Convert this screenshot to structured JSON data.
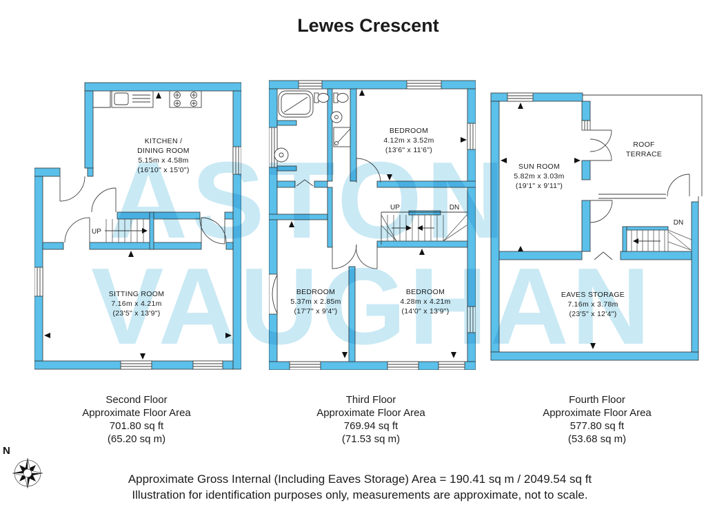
{
  "title": "Lewes Crescent",
  "watermark": {
    "line1": "ASTON",
    "line2": "VAUGHAN"
  },
  "colors": {
    "wall": "#5bc0ea",
    "watermark": "#c9e9f4",
    "text": "#1b1b1b"
  },
  "compass": {
    "north": "N"
  },
  "plans": {
    "second": {
      "caption": {
        "floor": "Second Floor",
        "area_label": "Approximate Floor Area",
        "sqft": "701.80 sq ft",
        "sqm": "(65.20 sq m)"
      },
      "rooms": {
        "kitchen": {
          "line1": "KITCHEN /",
          "line2": "DINING ROOM",
          "dim_m": "5.15m x 4.58m",
          "dim_i": "(16'10\" x 15'0\")"
        },
        "sitting": {
          "line1": "SITTING ROOM",
          "dim_m": "7.16m x 4.21m",
          "dim_i": "(23'5\" x 13'9\")"
        }
      },
      "stairs": {
        "up": "UP"
      }
    },
    "third": {
      "caption": {
        "floor": "Third Floor",
        "area_label": "Approximate Floor Area",
        "sqft": "769.94 sq ft",
        "sqm": "(71.53 sq m)"
      },
      "rooms": {
        "bedroom1": {
          "line1": "BEDROOM",
          "dim_m": "4.12m x 3.52m",
          "dim_i": "(13'6\" x 11'6\")"
        },
        "bedroom2": {
          "line1": "BEDROOM",
          "dim_m": "5.37m x 2.85m",
          "dim_i": "(17'7\" x 9'4\")"
        },
        "bedroom3": {
          "line1": "BEDROOM",
          "dim_m": "4.28m x 4.21m",
          "dim_i": "(14'0\" x 13'9\")"
        }
      },
      "stairs": {
        "up": "UP",
        "dn": "DN"
      }
    },
    "fourth": {
      "caption": {
        "floor": "Fourth Floor",
        "area_label": "Approximate Floor Area",
        "sqft": "577.80 sq ft",
        "sqm": "(53.68 sq m)"
      },
      "rooms": {
        "sunroom": {
          "line1": "SUN ROOM",
          "dim_m": "5.82m x 3.03m",
          "dim_i": "(19'1\" x 9'11\")"
        },
        "terrace": {
          "line1": "ROOF",
          "line2": "TERRACE"
        },
        "eaves": {
          "line1": "EAVES STORAGE",
          "dim_m": "7.16m x 3.78m",
          "dim_i": "(23'5\" x 12'4\")"
        }
      },
      "stairs": {
        "dn": "DN"
      }
    }
  },
  "footer": {
    "line1": "Approximate Gross Internal (Including Eaves Storage) Area = 190.41 sq m / 2049.54 sq ft",
    "line2": "Illustration for identification purposes only, measurements are approximate, not to scale."
  }
}
